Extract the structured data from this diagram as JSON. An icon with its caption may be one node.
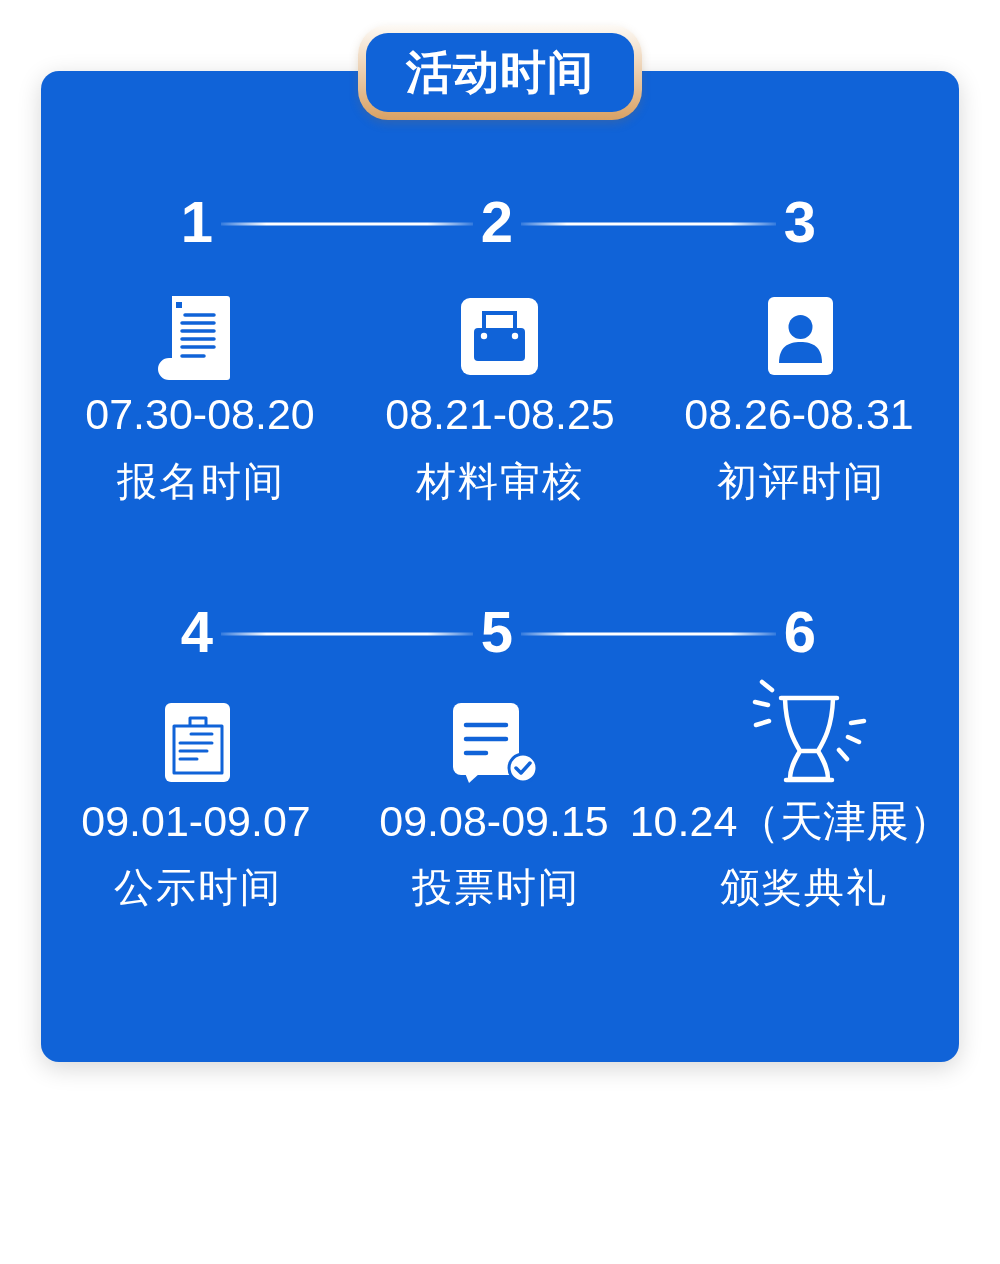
{
  "diagram": {
    "title": "活动时间",
    "nodes": [
      {
        "text": [],
        "shape": "box"
      },
      {
        "text": [
          "1"
        ],
        "beside": [
          "07.30-08.20",
          "报名时间"
        ],
        "in": 0
      },
      {
        "text": [
          "2"
        ],
        "beside": [
          "08.21-08.25",
          "材料审核"
        ],
        "in": 0
      },
      {
        "text": [
          "3"
        ],
        "beside": [
          "08.26-08.31",
          "初评时间"
        ],
        "in": 0
      },
      {
        "text": [
          "4"
        ],
        "beside": [
          "09.01-09.07",
          "公示时间"
        ],
        "in": 0
      },
      {
        "text": [
          "5"
        ],
        "beside": [
          "09.08-09.15",
          "投票时间"
        ],
        "in": 0
      },
      {
        "text": [
          "6"
        ],
        "beside": [
          "10.24（天津展）",
          "颁奖典礼"
        ],
        "in": 0
      }
    ],
    "edges": [
      {
        "from": 1,
        "to": 2,
        "arrow": "none"
      },
      {
        "from": 2,
        "to": 3,
        "arrow": "none"
      },
      {
        "from": 4,
        "to": 5,
        "arrow": "none"
      },
      {
        "from": 5,
        "to": 6,
        "arrow": "none"
      }
    ]
  }
}
